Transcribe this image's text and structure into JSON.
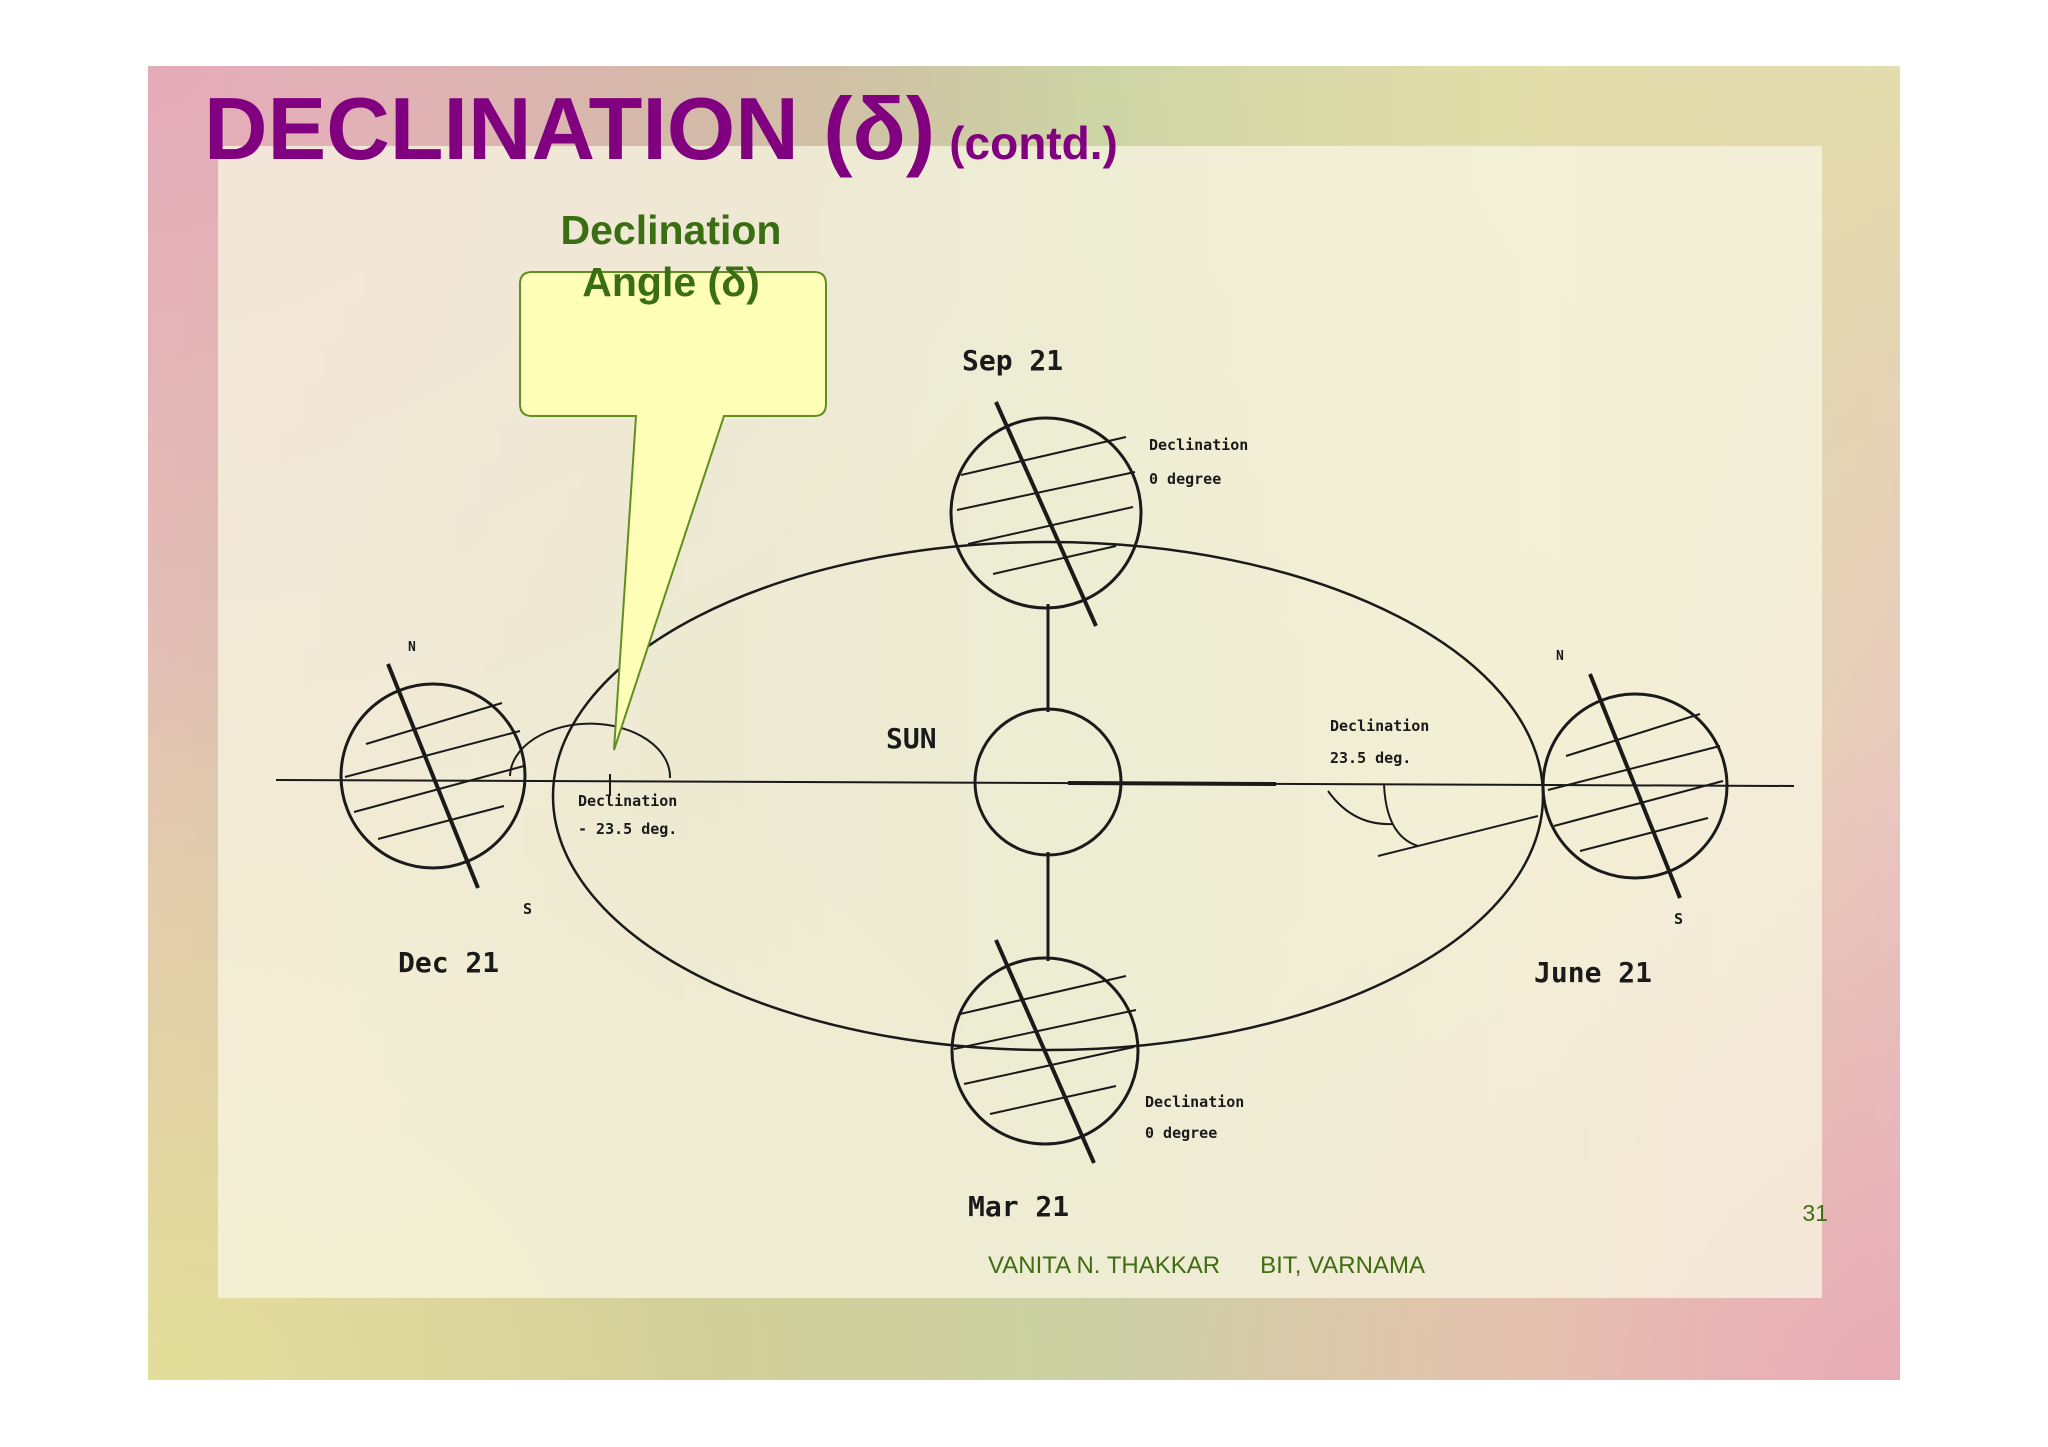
{
  "slide": {
    "title": "DECLINATION (δ)",
    "title_suffix": "(contd.)",
    "callout": {
      "line1": "Declination",
      "line2": "Angle (δ)"
    },
    "diagram": {
      "sun_label": "SUN",
      "dates": {
        "sep": "Sep 21",
        "dec": "Dec 21",
        "june": "June 21",
        "mar": "Mar 21"
      },
      "annotations": {
        "sep_line1": "Declination",
        "sep_line2": "0 degree",
        "dec_line1": "Declination",
        "dec_line2": "- 23.5 deg.",
        "june_line1": "Declination",
        "june_line2": "23.5 deg.",
        "mar_line1": "Declination",
        "mar_line2": "0 degree"
      },
      "pole_labels": {
        "north": "N",
        "south": "S"
      }
    },
    "page_number": "31",
    "footer": {
      "author": "VANITA N. THAKKAR",
      "institute": "BIT, VARNAMA"
    }
  },
  "colors": {
    "title": "#800080",
    "callout_text": "#3a6e12",
    "callout_fill": "#ffffb8",
    "callout_border": "#5f8f1f",
    "footer_text": "#3f6d10"
  }
}
